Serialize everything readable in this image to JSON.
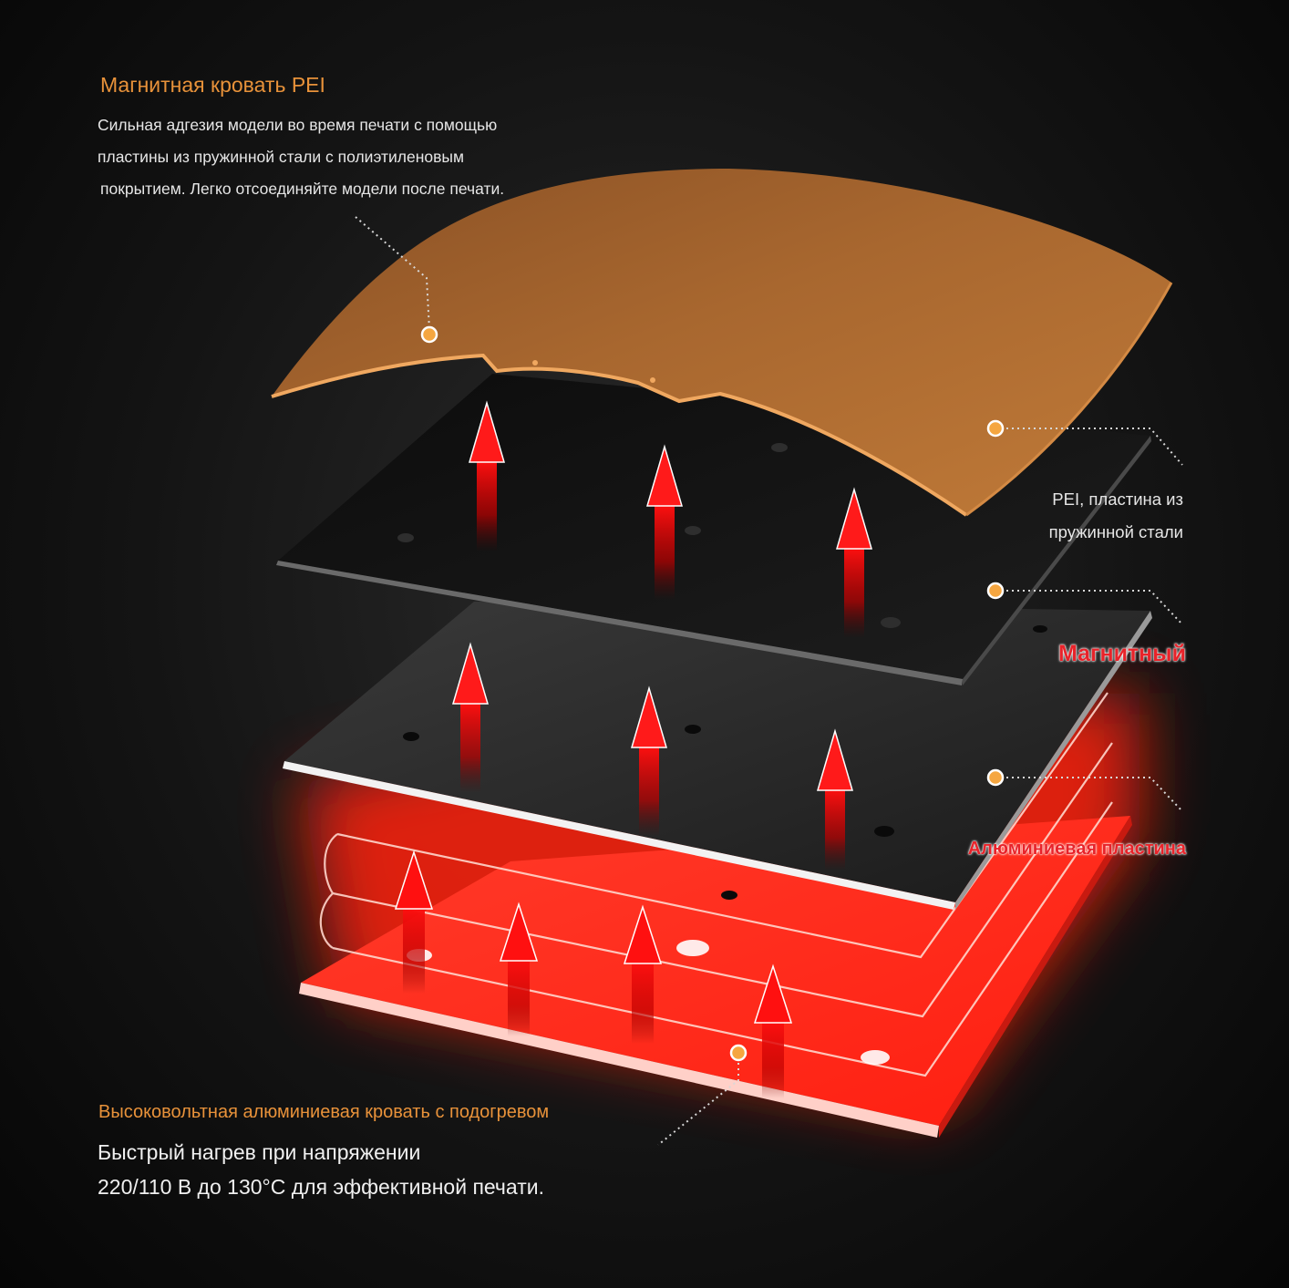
{
  "pei_bed": {
    "title": "Магнитная кровать PEI",
    "description_lines": [
      "Сильная адгезия модели во время печати с помощью",
      "пластины из пружинной стали с полиэтиленовым",
      "покрытием. Легко отсоединяйте модели после печати."
    ]
  },
  "layers": {
    "pei_sheet_lines": [
      "PEI, пластина из",
      "пружинной стали"
    ],
    "magnetic": "Магнитный",
    "aluminum_plate": "Алюминиевая пластина"
  },
  "heated_bed": {
    "title": "Высоковольтная алюминиевая кровать с подогревом",
    "description_lines": [
      "Быстрый нагрев при напряжении",
      "220/110 В до 130°С для эффективной печати."
    ]
  },
  "colors": {
    "accent_orange": "#e8923a",
    "heat_red": "#ff2a1a",
    "label_red": "#e8232a",
    "pei_copper": "#a8672f"
  }
}
